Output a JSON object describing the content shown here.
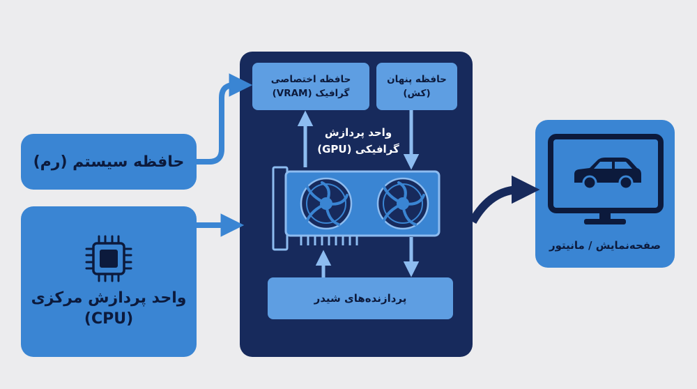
{
  "ram": {
    "label": "حافظه سیستم (رم)"
  },
  "cpu": {
    "line1": "واحد پردازش مرکزی",
    "line2": "(CPU)"
  },
  "gpu": {
    "line1": "واحد پردازش",
    "line2": "گرافیکی (GPU)"
  },
  "vram": {
    "line1": "حافظه اختصاصی",
    "line2": "گرافیک (VRAM)"
  },
  "cache": {
    "line1": "حافظه پنهان",
    "line2": "(کش)"
  },
  "shader": {
    "label": "پردازنده‌های شیدر"
  },
  "monitor": {
    "label": "صفحه‌نمایش / مانیتور",
    "screen_icon": "car-icon"
  },
  "colors": {
    "background": "#ececee",
    "light_box": "#3a85d3",
    "inner_box": "#5e9ee2",
    "gpu_panel": "#172a5c",
    "dark_text": "#0c1a3c",
    "arrow": "#3a85d3",
    "output_arrow": "#172a5c"
  }
}
